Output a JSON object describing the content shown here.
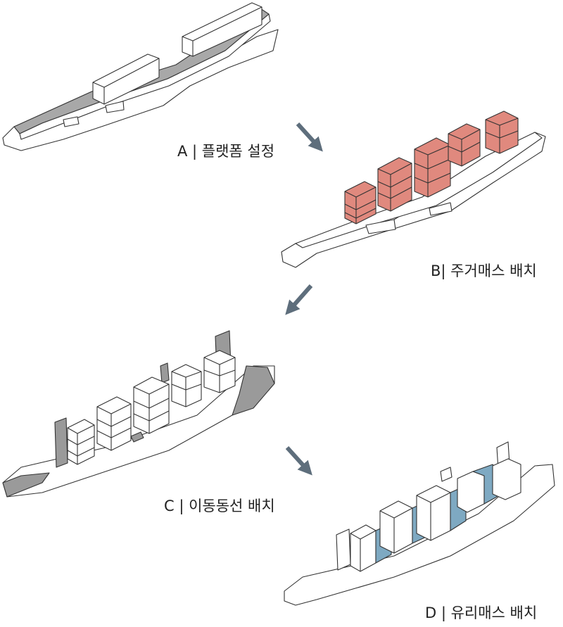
{
  "labels": {
    "a": "A | 플랫폼 설정",
    "b": "B| 주거매스 배치",
    "c": "C | 이동동선 배치",
    "d": "D | 유리매스 배치"
  },
  "colors": {
    "platform_fill": "#a8a8a8",
    "residential_mass": "#e0897e",
    "circulation_core": "#9a9a9a",
    "glass_mass": "#7ea9c2",
    "arrow": "#5e6e7c",
    "outline": "#333333"
  },
  "icons": {
    "arrow_a_to_b": "arrow-down-right",
    "arrow_b_to_c": "arrow-down-left",
    "arrow_c_to_d": "arrow-down-right"
  }
}
